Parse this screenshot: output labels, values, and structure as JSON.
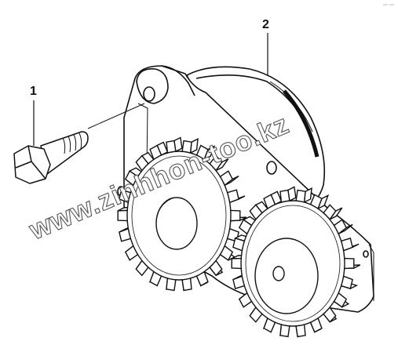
{
  "parts": [
    {
      "callout": "1"
    },
    {
      "callout": "2"
    }
  ],
  "watermark": {
    "text": "www.zinhhon-too.kz"
  }
}
